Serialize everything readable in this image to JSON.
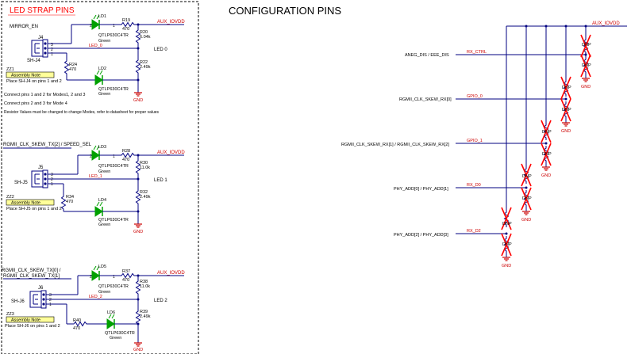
{
  "left": {
    "title": "LED STRAP PINS",
    "mirror_en": "MIRROR_EN",
    "block1": {
      "header": "J4",
      "pins": [
        "3",
        "2",
        "1"
      ],
      "sh": "SH-J4",
      "zz": "ZZ1",
      "note_title": "Assembly Note",
      "note_text": "Place SH-J4 on pins 1 and 2",
      "led_top": "LD1",
      "led_top_part": "QTLP630C4TR",
      "led_top_color": "Green",
      "r_top": "R19",
      "r_top_val": "470",
      "r_mid": "R20",
      "r_mid_val": "6.04k",
      "r_left": "R24",
      "r_left_val": "470",
      "r_bot": "R22",
      "r_bot_val": "2.49k",
      "led_bot": "LD2",
      "led_bot_part": "QTLP630C4TR",
      "led_bot_color": "Green",
      "net_led": "LED_0",
      "led_label": "LED 0",
      "aux": "AUX_IOVDD",
      "gnd": "GND",
      "pin1": "1",
      "pin2": "2"
    },
    "connect_1": "Connect  pins 1 and 2 for Modes1, 2 and 3",
    "connect_2": "Connect  pins 2 and 3 for Mode 4",
    "resistor_note": "Resistor Values must be changed to change Modes, refer to datasheet for proper values",
    "block2": {
      "signal": "RGMII_CLK_SKEW_TX[2] / SPEED_SEL",
      "header": "J5",
      "pins": [
        "3",
        "2",
        "1"
      ],
      "sh": "SH-J5",
      "zz": "ZZ2",
      "note_title": "Assembly Note",
      "note_text": "Place SH-J5 on pins 1 and 2",
      "led_top": "LD3",
      "led_top_part": "QTLP630C4TR",
      "led_top_color": "Green",
      "r_top": "R28",
      "r_top_val": "470",
      "r_mid": "R30",
      "r_mid_val": "11.0k",
      "r_left": "R34",
      "r_left_val": "470",
      "r_bot": "R32",
      "r_bot_val": "2.49k",
      "led_bot": "LD4",
      "led_bot_part": "QTLP630C4TR",
      "led_bot_color": "Green",
      "net_led": "LED_1",
      "led_label": "LED 1",
      "aux": "AUX_IOVDD",
      "gnd": "GND",
      "pin1": "1",
      "pin2": "2"
    },
    "block3": {
      "signal_1": "RGMII_CLK_SKEW_TX[0] /",
      "signal_2": "RGMII_CLK_SKEW_TX[1]",
      "header": "J6",
      "pins": [
        "3",
        "2",
        "1"
      ],
      "sh": "SH-J6",
      "zz": "ZZ3",
      "note_title": "Assembly Note",
      "note_text": "Place SH-J6 on pins 1 and 2",
      "led_top": "LD5",
      "led_top_part": "QTLP630C4TR",
      "led_top_color": "Green",
      "r_top": "R37",
      "r_top_val": "470",
      "r_mid": "R38",
      "r_mid_val": "11.0k",
      "r_left": "R40",
      "r_left_val": "470",
      "r_bot": "R39",
      "r_bot_val": "2.49k",
      "led_bot": "LD6",
      "led_bot_part": "QTLP630C4TR",
      "led_bot_color": "Green",
      "net_led": "LED_2",
      "led_label": "LED 2",
      "aux": "AUX_IOVDD",
      "gnd": "GND",
      "pin1": "1",
      "pin2": "2"
    }
  },
  "right": {
    "title": "CONFIGURATION PINS",
    "aux": "AUX_IOVDD",
    "dnp": "DNP",
    "gnd": "GND",
    "rows": [
      {
        "label": "ANEG_DIS / EEE_DIS",
        "net": "RX_CTRL"
      },
      {
        "label": "RGMII_CLK_SKEW_RX[0]",
        "net": "GPIO_0"
      },
      {
        "label": "RGMII_CLK_SKEW_RX[1] / RGMII_CLK_SKEW_RX[2]",
        "net": "GPIO_1"
      },
      {
        "label": "PHY_ADD[0] / PHY_ADD[1]",
        "net": "RX_D0"
      },
      {
        "label": "PHY_ADD[2] / PHY_ADD[3]",
        "net": "RX_D2"
      }
    ]
  },
  "colors": {
    "wire": "#000080",
    "net_label": "#cc0000",
    "title_red": "#ff0000",
    "led": "#00a000",
    "dnp_x": "#ff0000",
    "note_fill": "#ffff99",
    "gnd": "#cc0000",
    "ref_gray": "#808080"
  }
}
